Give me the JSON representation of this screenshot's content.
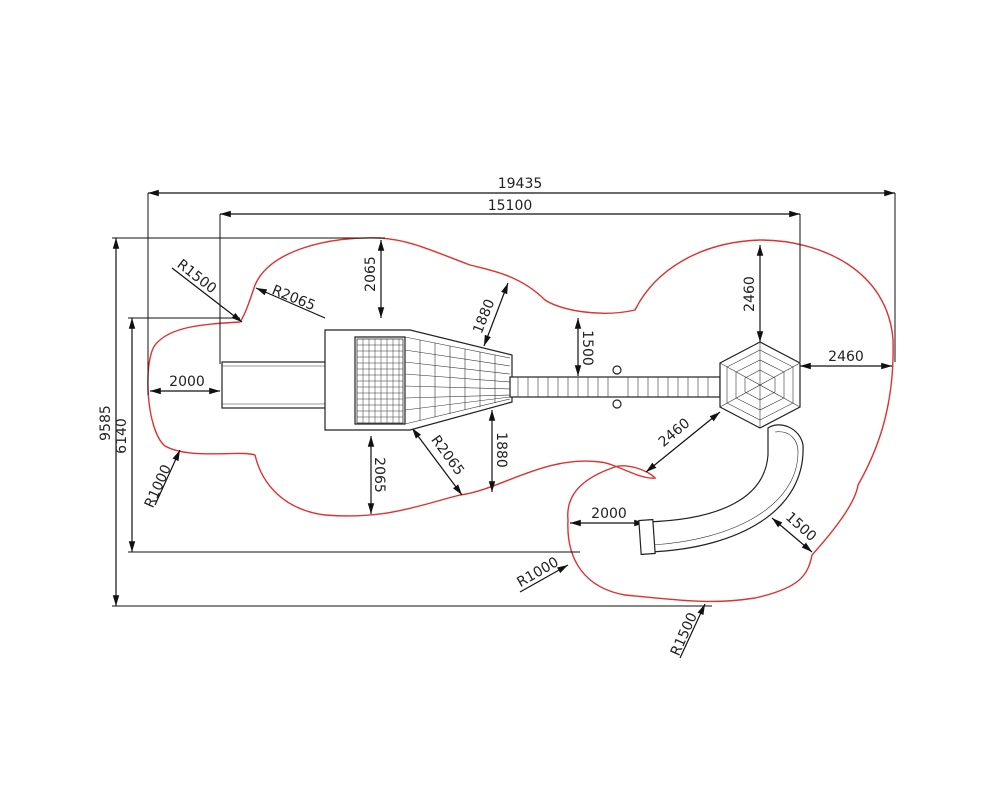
{
  "colors": {
    "line": "#111111",
    "safety_zone": "#e03030",
    "background": "#ffffff"
  },
  "dimensions": {
    "overall_length": "19435",
    "equipment_length": "15100",
    "overall_width": "9585",
    "equipment_width": "6140",
    "left_slide_run_out": "2000",
    "left_corner_radius": "R1500",
    "left_top_radius": "R2065",
    "left_top_clearance": "2065",
    "left_bottom_clearance": "2065",
    "left_bottom_radius": "R2065",
    "left_bottom_corner_radius": "R1000",
    "net_top_clearance": "1880",
    "net_bottom_clearance": "1880",
    "bridge_clearance": "1500",
    "tower_top_clearance": "2460",
    "tower_right_clearance": "2460",
    "tower_diag_clearance": "2460",
    "spiral_run_out": "2000",
    "spiral_side_clearance": "1500",
    "bottom_corner_radius": "R1000",
    "bottom_radius": "R1500"
  }
}
